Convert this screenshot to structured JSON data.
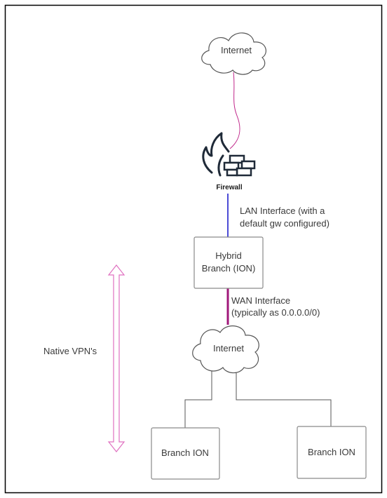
{
  "nodes": {
    "internet_top": "Internet",
    "firewall": "Firewall",
    "hybrid_branch_line1": "Hybrid",
    "hybrid_branch_line2": "Branch (ION)",
    "internet_mid": "Internet",
    "branch_left": "Branch ION",
    "branch_right": "Branch ION"
  },
  "annotations": {
    "lan_line1": "LAN Interface (with a",
    "lan_line2": "default gw configured)",
    "wan_line1": "WAN Interface",
    "wan_line2": "(typically as 0.0.0.0/0)",
    "native_vpn": "Native VPN's"
  },
  "colors": {
    "border": "#000000",
    "magenta_link": "#c0268a",
    "blue_link": "#4b4bd6",
    "wan_link": "#a0187a",
    "vpn_arrow": "#e070c0",
    "box_stroke": "#8a8a8a",
    "text": "#3a3a3a"
  },
  "icons": [
    "cloud-icon",
    "firewall-icon",
    "flame-icon",
    "brick-wall-icon",
    "double-arrow-icon"
  ]
}
